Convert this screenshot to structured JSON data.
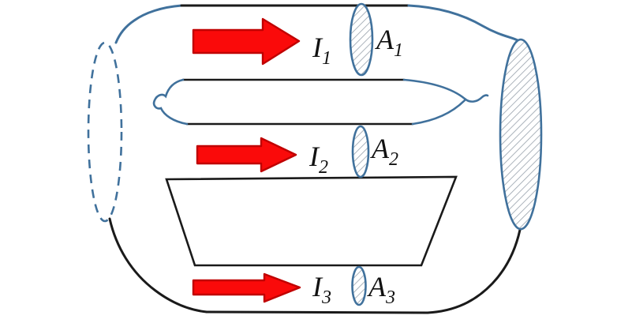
{
  "diagram": {
    "colors": {
      "wall_blue": "#40719c",
      "wall_black": "#1a1a1a",
      "arrow_fill": "#fa0a0a",
      "arrow_stroke": "#c00000",
      "hatch_line": "#98a2ac",
      "label_color": "#111111"
    },
    "labels": {
      "i1": {
        "base": "I",
        "sub": "1"
      },
      "a1": {
        "base": "A",
        "sub": "1"
      },
      "i2": {
        "base": "I",
        "sub": "2"
      },
      "a2": {
        "base": "A",
        "sub": "2"
      },
      "i3": {
        "base": "I",
        "sub": "3"
      },
      "a3": {
        "base": "A",
        "sub": "3"
      }
    }
  }
}
